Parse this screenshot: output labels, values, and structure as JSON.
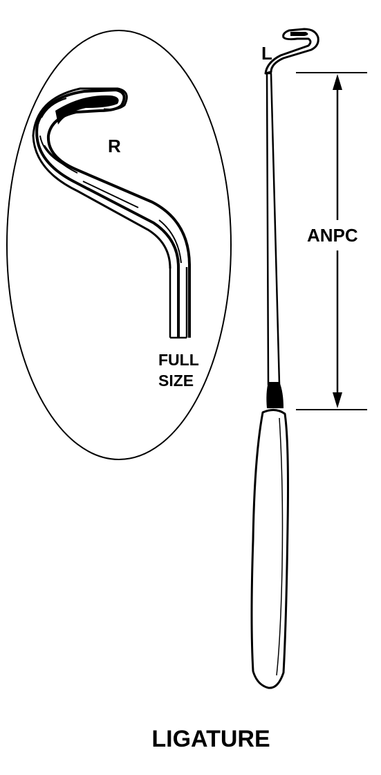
{
  "labels": {
    "detail_side": "R",
    "instrument_side": "L",
    "dimension": "ANPC",
    "scale_line1": "FULL",
    "scale_line2": "SIZE",
    "caption": "LIGATURE"
  },
  "colors": {
    "ink": "#000000",
    "paper": "#ffffff"
  }
}
